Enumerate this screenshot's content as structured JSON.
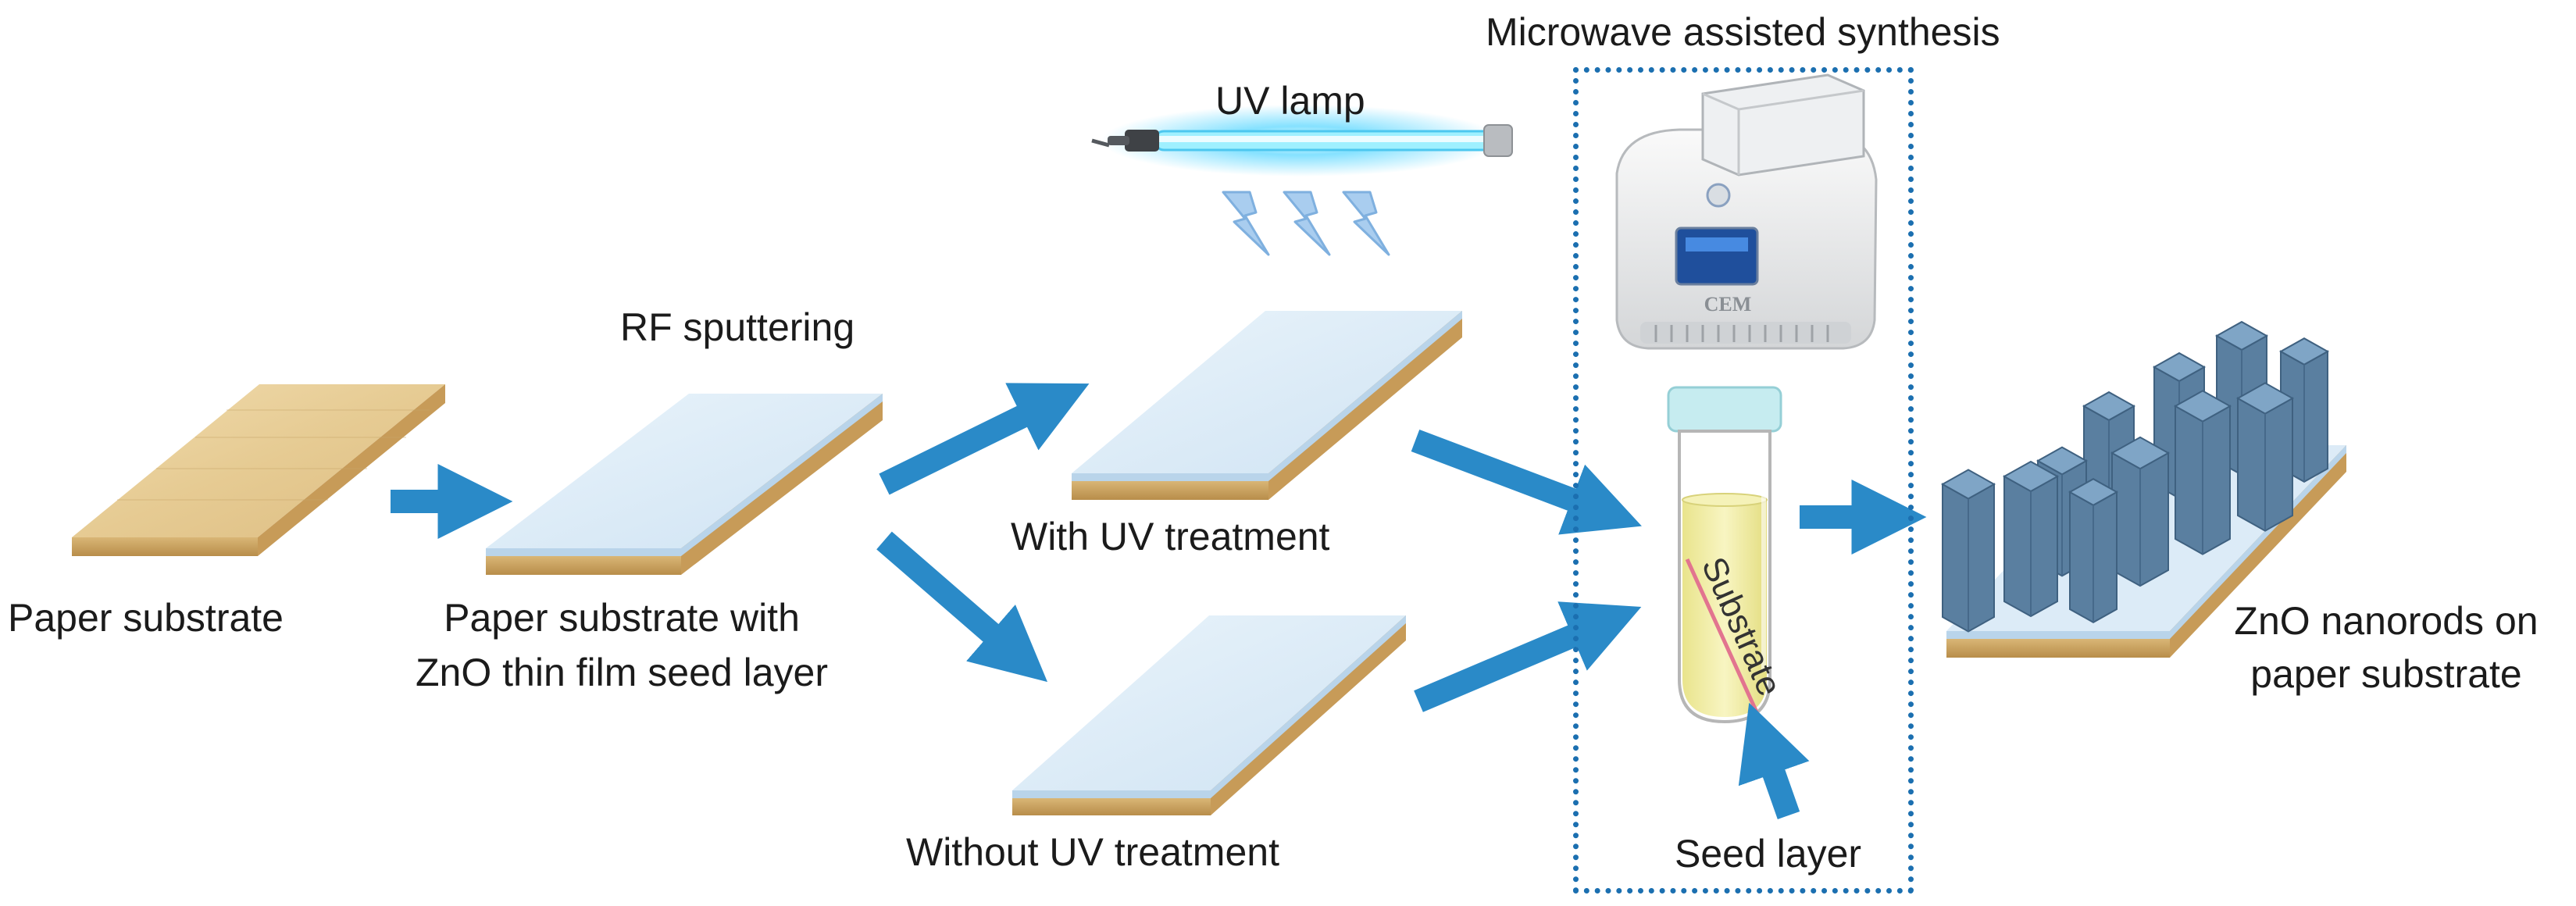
{
  "labels": {
    "paper_substrate": "Paper substrate",
    "rf_sputtering": "RF sputtering",
    "seed_line1": "Paper substrate with",
    "seed_line2": "ZnO thin film seed layer",
    "uv_lamp": "UV lamp",
    "with_uv": "With UV treatment",
    "without_uv": "Without UV treatment",
    "microwave": "Microwave assisted synthesis",
    "substrate_tube": "Substrate",
    "seed_layer": "Seed layer",
    "nanorods_line1": "ZnO nanorods on",
    "nanorods_line2": "paper substrate",
    "machine_brand": "CEM"
  },
  "colors": {
    "arrow": "#2a8ac8",
    "paper_top": "#e8cf9c",
    "paper_side": "#cfa867",
    "film_top": "#dcebf7",
    "film_side": "#b9d4ea",
    "nanorod": "#5a7fa0",
    "nanorod_top": "#7fa5c6",
    "uv_glow": "#5fd8ff",
    "box_border": "#1b6fb0",
    "solution": "#f3efa6"
  },
  "icons": [
    "uv-lamp-icon",
    "uv-ray-icon",
    "microwave-reactor-icon",
    "test-tube-icon"
  ]
}
